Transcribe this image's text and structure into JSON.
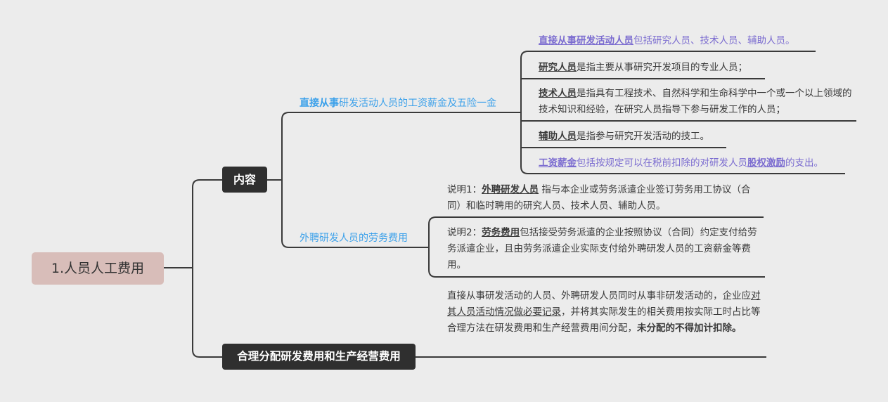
{
  "root": {
    "label": "1.人员人工费用"
  },
  "cat1": {
    "label": "内容"
  },
  "cat2": {
    "label": "合理分配研发费用和生产经营费用"
  },
  "sub1": {
    "lead": "直接从事",
    "rest": "研发活动人员的工资薪金及五险一金"
  },
  "sub2": {
    "label": "外聘研发人员的劳务费用"
  },
  "leaves1": {
    "l1": {
      "term": "直接从事研发活动人员",
      "text": "包括研究人员、技术人员、辅助人员。"
    },
    "l2": {
      "term": "研究人员",
      "text": "是指主要从事研究开发项目的专业人员；"
    },
    "l3": {
      "term": "技术人员",
      "text": "是指具有工程技术、自然科学和生命科学中一个或一个以上领域的技术知识和经验，在研究人员指导下参与研发工作的人员；"
    },
    "l4": {
      "term": "辅助人员",
      "text": "是指参与研究开发活动的技工。"
    },
    "l5": {
      "term": "工资薪金",
      "mid": "包括按规定可以在税前扣除的对研发人员",
      "term2": "股权激励",
      "end": "的支出。"
    }
  },
  "leaves2": {
    "n1": {
      "prefix": "说明1：",
      "term": "外聘研发人员",
      "text": " 指与本企业或劳务派遣企业签订劳务用工协议（合同）和临时聘用的研究人员、技术人员、辅助人员。"
    },
    "n2": {
      "prefix": "说明2：",
      "term": "劳务费用",
      "text": "包括接受劳务派遣的企业按照协议（合同）约定支付给劳务派遣企业，且由劳务派遣企业实际支付给外聘研发人员的工资薪金等费用。"
    }
  },
  "leaf3": {
    "a": "直接从事研发活动的人员、外聘研发人员同时从事非研发活动的，企业应",
    "u": "对其人员活动情况做必要记录",
    "b": "，并将其实际发生的相关费用按实际工时占比等合理方法在研发费用和生产经营费用间分配，",
    "strong": "未分配的不得加计扣除。"
  },
  "colors": {
    "line": "#3a3a3a",
    "blue": "#3aa0ea",
    "purple": "#7b6cd0",
    "root_bg": "#d8bdb9",
    "cat_bg": "#2f2f2f"
  }
}
